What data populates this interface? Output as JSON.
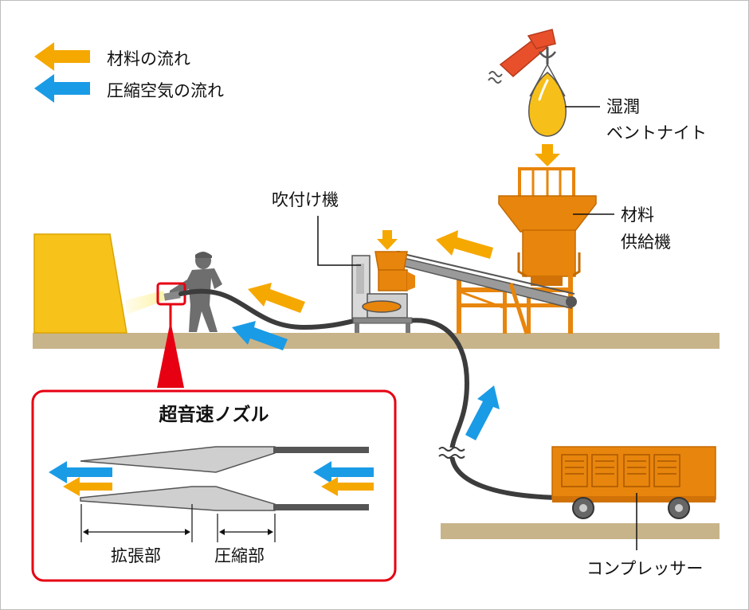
{
  "legend": {
    "material_flow": "材料の流れ",
    "air_flow": "圧縮空気の流れ"
  },
  "labels": {
    "bentonite_line1": "湿潤",
    "bentonite_line2": "ベントナイト",
    "feeder_line1": "材料",
    "feeder_line2": "供給機",
    "spray_machine": "吹付け機",
    "compressor": "コンプレッサー"
  },
  "nozzle_detail": {
    "title": "超音速ノズル",
    "expansion": "拡張部",
    "compression": "圧縮部"
  },
  "colors": {
    "material_arrow": "#f5a800",
    "air_arrow": "#1a9be6",
    "machine_orange": "#e8850c",
    "ground": "#c8b48a",
    "highlight_red": "#e60012",
    "hose": "#3c3c3c"
  }
}
